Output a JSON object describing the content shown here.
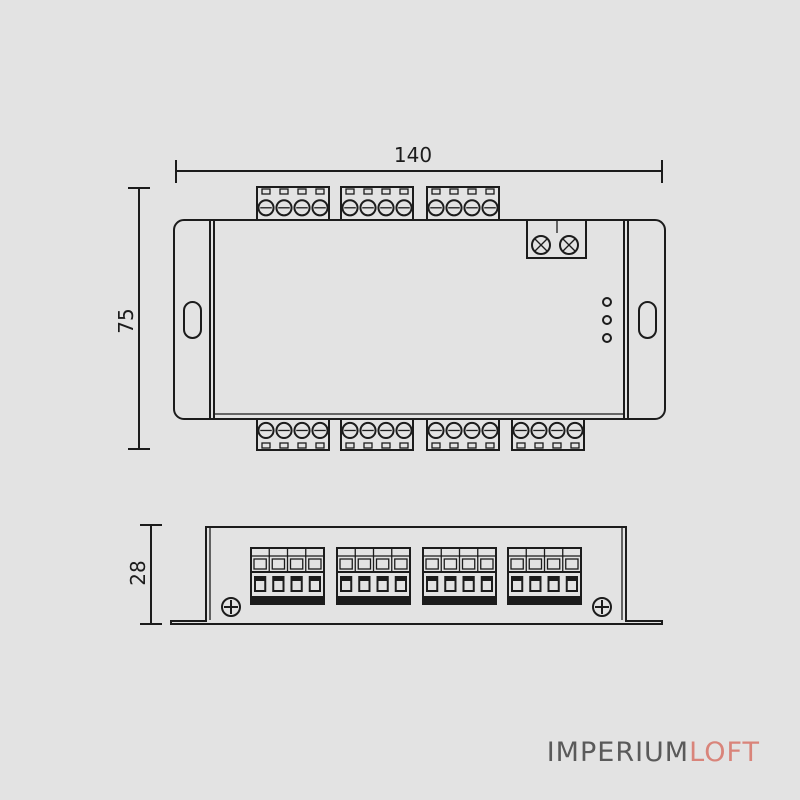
{
  "dimensions": {
    "width": "140",
    "height": "75",
    "depth": "28"
  },
  "brand": {
    "part1": "IMPERIUM",
    "part2": "LOFT",
    "color1": "#5a5a5a",
    "color2": "#d9847a"
  },
  "colors": {
    "background": "#e3e3e3",
    "line": "#1c1c1c"
  }
}
